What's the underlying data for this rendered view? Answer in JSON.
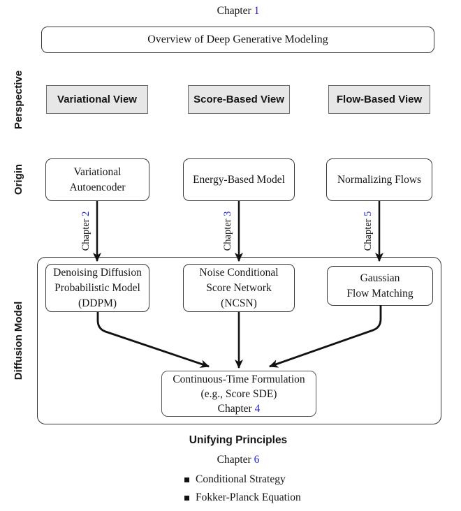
{
  "colors": {
    "accent_blue": "#2222cc",
    "box_gray": "#e7e7e7"
  },
  "header": {
    "chapter_prefix": "Chapter ",
    "chapter_num": "1",
    "overview_title": "Overview of Deep Generative Modeling"
  },
  "side_labels": {
    "perspective": "Perspective",
    "origin": "Origin",
    "diffusion_model": "Diffusion Model"
  },
  "perspective_row": {
    "variational": "Variational View",
    "score_based": "Score-Based View",
    "flow_based": "Flow-Based View"
  },
  "origin_row": {
    "vae": {
      "line1": "Variational",
      "line2": "Autoencoder"
    },
    "ebm": {
      "line1": "Energy-Based Model"
    },
    "nf": {
      "line1": "Normalizing Flows"
    }
  },
  "edge_labels": {
    "ch2": {
      "prefix": "Chapter ",
      "num": "2"
    },
    "ch3": {
      "prefix": "Chapter ",
      "num": "3"
    },
    "ch5": {
      "prefix": "Chapter ",
      "num": "5"
    }
  },
  "diffusion_row": {
    "ddpm": {
      "line1": "Denoising Diffusion",
      "line2": "Probabilistic Model",
      "line3": "(DDPM)"
    },
    "ncsn": {
      "line1": "Noise Conditional",
      "line2": "Score Network",
      "line3": "(NCSN)"
    },
    "gfm": {
      "line1": "Gaussian",
      "line2": "Flow Matching"
    }
  },
  "center_box": {
    "line1": "Continuous-Time Formulation",
    "line2": "(e.g., Score SDE)",
    "chapter_prefix": "Chapter ",
    "chapter_num": "4"
  },
  "footer": {
    "title": "Unifying Principles",
    "chapter_prefix": "Chapter ",
    "chapter_num": "6",
    "bullets": [
      "Conditional Strategy",
      "Fokker-Planck Equation"
    ]
  }
}
